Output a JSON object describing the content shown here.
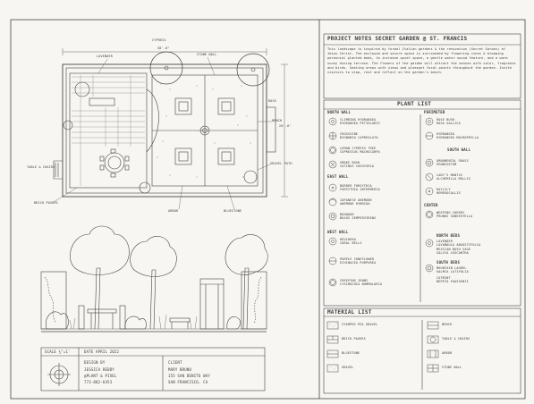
{
  "project_notes": {
    "title": "PROJECT NOTES  SECRET GARDEN @ ST. FRANCIS",
    "body": "This landscape is inspired by formal Italian gardens & the renovation (Secret Garden) of Jesus Christ. The enclosed and secure space is surrounded by flowering vines & blooming perennial planted beds, to increase quiet space, a gentle water sound feature, and a warm sunny dining terrace. The flowers of the garden will attract the senses with color, fragrance and birds. Seating areas with views and pleasant focal points throughout the garden. Invite visitors to stop, rest and reflect on the garden's bench."
  },
  "plant_list": {
    "title": "PLANT LIST",
    "sections": [
      {
        "key": "north",
        "title": "NORTH WALL",
        "items": [
          {
            "name": "CLIMBING HYDRANGEA",
            "note": "HYDRANGEA PETIOLARIS"
          },
          {
            "name": "CROSSVINE",
            "note": "BIGNONIA CAPREOLATA"
          },
          {
            "name": "LEMON CYPRESS TREE",
            "note": "CUPRESSUS MACROCARPA"
          },
          {
            "name": "SMOKE BUSH",
            "note": "COTINUS COGGYGRIA"
          }
        ]
      },
      {
        "key": "east",
        "title": "EAST WALL",
        "items": [
          {
            "name": "BORDER FORSYTHIA",
            "note": "FORSYTHIA INTERMEDIA"
          },
          {
            "name": "JAPANESE ANEMONE",
            "note": "ANEMONE HYBRIDA"
          },
          {
            "name": "BOXWOOD",
            "note": "BUXUS SEMPERVIRENS"
          }
        ]
      },
      {
        "key": "west",
        "title": "WEST WALL",
        "items": [
          {
            "name": "HEUCHERA",
            "note": "CORAL BELLS"
          },
          {
            "name": "PURPLE CONEFLOWER",
            "note": "ECHINACEA PURPUREA"
          },
          {
            "name": "CREEPING JENNY",
            "note": "LYSIMACHIA NUMMULARIA"
          }
        ]
      },
      {
        "key": "perimeter",
        "title": "PERIMETER",
        "items": [
          {
            "name": "ROSE BUSH",
            "note": "ROSA GALLICA"
          },
          {
            "name": "HYDRANGEA",
            "note": "HYDRANGEA MACROPHYLLA"
          }
        ]
      },
      {
        "key": "south",
        "title": "SOUTH WALL",
        "items": [
          {
            "name": "ORNAMENTAL GRASS",
            "note": "PENNISETUM"
          },
          {
            "name": "LADY'S MANTLE",
            "note": "ALCHEMILLA MOLLIS"
          },
          {
            "name": "DAYLILY",
            "note": "HEMEROCALLIS"
          }
        ]
      },
      {
        "key": "center",
        "title": "CENTER",
        "items": [
          {
            "name": "WEEPING CHERRY",
            "note": "PRUNUS SUBHIRTELLA"
          }
        ]
      },
      {
        "key": "north_beds",
        "title": "NORTH BEDS",
        "items": [
          {
            "name": "LAVENDER",
            "note": "LAVANDULA ANGUSTIFOLIA"
          },
          {
            "name": "MEXICAN BUSH SAGE",
            "note": "SALVIA LEUCANTHA"
          }
        ]
      },
      {
        "key": "south_beds",
        "title": "SOUTH BEDS",
        "items": [
          {
            "name": "MOUNTAIN LAUREL",
            "note": "KALMIA LATIFOLIA"
          },
          {
            "name": "CATMINT",
            "note": "NEPETA FAASSENII"
          }
        ]
      }
    ]
  },
  "material_list": {
    "title": "MATERIAL LIST",
    "items": [
      {
        "name": "STAMPED PEA GRAVEL"
      },
      {
        "name": "BRICK PAVERS"
      },
      {
        "name": "BLUESTONE"
      },
      {
        "name": "GRAVEL"
      },
      {
        "name": "BENCH"
      },
      {
        "name": "TABLE & CHAIRS"
      },
      {
        "name": "ARBOR"
      },
      {
        "name": "STONE WALL"
      }
    ]
  },
  "title_block": {
    "scale": "SCALE ¼\"=1'",
    "date": "DATE  APRIL 2022",
    "design_by_label": "DESIGN BY",
    "designer": "JESSICA REDDY",
    "company": "@PLANT & PIXEL",
    "phone": "773-882-6453",
    "client_label": "CLIENT",
    "client": "MARY BRUNO",
    "address1": "155 SAN BENITO WAY",
    "address2": "SAN FRANCISCO, CA"
  },
  "plan_labels": {
    "dim_top": "38'-0\"",
    "dim_right": "20'-0\"",
    "callout_lavender": "LAVENDER",
    "callout_stone_wall": "STONE WALL",
    "callout_bench": "BENCH",
    "callout_gravel": "GRAVEL PATH",
    "callout_arbor": "ARBOR",
    "callout_brick": "BRICK PAVERS",
    "callout_table": "TABLE & CHAIRS",
    "callout_pavers": "BLUESTONE",
    "callout_rose": "ROSE",
    "callout_cypress": "CYPRESS"
  }
}
